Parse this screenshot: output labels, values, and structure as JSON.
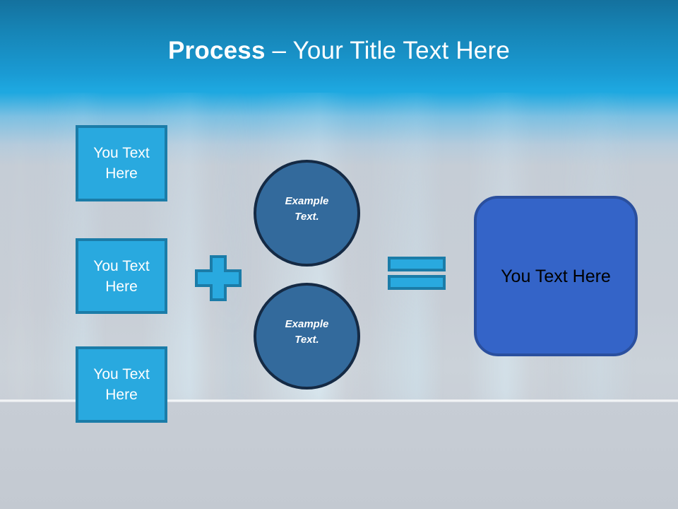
{
  "slide": {
    "title": {
      "strong": "Process",
      "light": " – Your Title Text Here"
    }
  },
  "inputs": {
    "boxes": [
      {
        "line1": "You Text",
        "line2": "Here"
      },
      {
        "line1": "You Text",
        "line2": "Here"
      },
      {
        "line1": "You Text",
        "line2": "Here"
      }
    ]
  },
  "operators": {
    "plus": "plus-sign",
    "equals": "equals-sign"
  },
  "circles": [
    {
      "line1": "Example",
      "line2": "Text."
    },
    {
      "line1": "Example",
      "line2": "Text."
    }
  ],
  "result": {
    "label": "You Text Here"
  },
  "colors": {
    "banner_top": "#14719e",
    "banner_bottom": "#1ea8e0",
    "box_fill": "#29a9df",
    "box_border": "#1b7ca8",
    "circle_fill": "#336a9c",
    "circle_border": "#152a44",
    "result_fill": "#3464c8",
    "result_border": "#2a4f9e",
    "title_text": "#ffffff",
    "result_text": "#000000",
    "background": "#c6ccd4"
  }
}
